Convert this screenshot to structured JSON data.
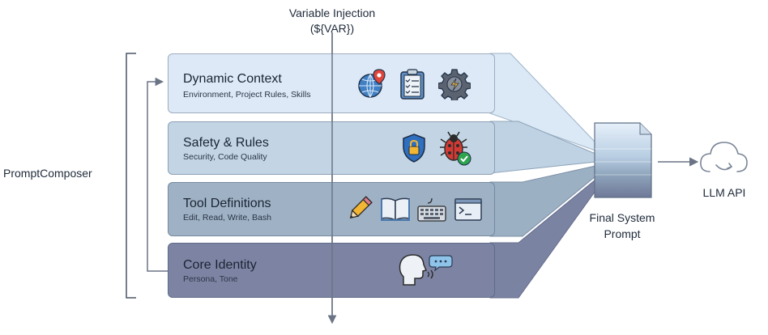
{
  "injection": {
    "line1": "Variable Injection",
    "line2": "(${VAR})"
  },
  "composer": {
    "label": "PromptComposer"
  },
  "layers": [
    {
      "title": "Dynamic Context",
      "subtitle": "Environment, Project Rules, Skills",
      "icons": [
        "globe-pin-icon",
        "clipboard-checklist-icon",
        "gear-lightning-icon"
      ],
      "color": "#dde9f6"
    },
    {
      "title": "Safety & Rules",
      "subtitle": "Security, Code Quality",
      "icons": [
        "shield-lock-icon",
        "bug-check-icon"
      ],
      "color": "#c3d5e5"
    },
    {
      "title": "Tool Definitions",
      "subtitle": "Edit, Read, Write, Bash",
      "icons": [
        "pencil-icon",
        "book-icon",
        "keyboard-icon",
        "terminal-icon"
      ],
      "color": "#9fb2c5"
    },
    {
      "title": "Core Identity",
      "subtitle": "Persona, Tone",
      "icons": [
        "speaking-head-icon"
      ],
      "color": "#7d84a3"
    }
  ],
  "output": {
    "line1": "Final System",
    "line2": "Prompt"
  },
  "api": {
    "label": "LLM API",
    "icon": "cloud-upload-icon"
  }
}
